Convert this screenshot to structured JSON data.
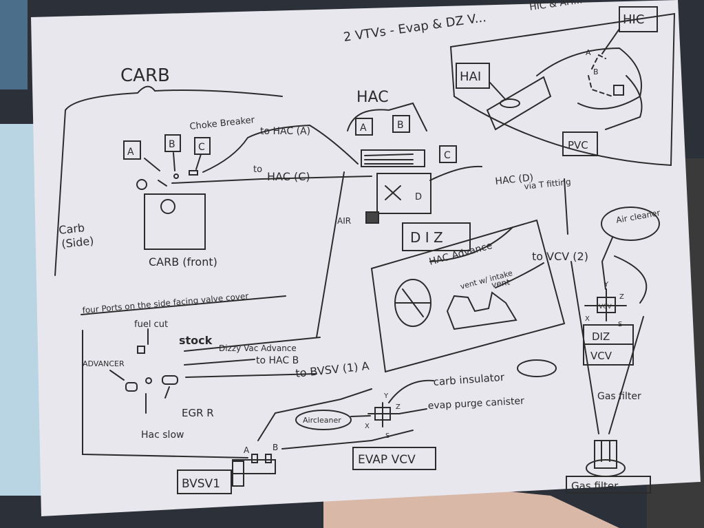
{
  "title": "2 VTVs - Evap & DZ V...",
  "corner_note": "HIC & AH...",
  "carb": {
    "heading": "CARB",
    "choke_breaker": "Choke Breaker",
    "port_a": "A",
    "port_b": "B",
    "port_c": "C",
    "to_hac_a": "to HAC (A)",
    "to_hac_c_prefix": "to",
    "to_hac_c": "HAC (C)",
    "front_label": "CARB (front)",
    "side_label_1": "Carb",
    "side_label_2": "(Side)"
  },
  "hac": {
    "heading": "HAC",
    "port_a": "A",
    "port_b": "B",
    "port_c": "C",
    "port_d": "D",
    "air": "AIR",
    "hac_d": "HAC (D)",
    "via_t": "via T fitting"
  },
  "hic": {
    "label": "HIC",
    "hai": "HAI",
    "pvc": "PVC",
    "a": "A",
    "b": "B"
  },
  "diz": {
    "label": "D I Z",
    "hac_advance": "HAC Advance",
    "vent_intake": "vent w/ intake",
    "vent": "vent",
    "to_vcv2": "to VCV (2)"
  },
  "four_ports": {
    "heading": "four Ports on the side facing valve cover",
    "fuel_cut": "fuel cut",
    "stock": "stock",
    "advancer": "ADVANCER",
    "dizzy_vac": "Dizzy Vac Advance",
    "to_hac_b": "to HAC B",
    "to_bvsv": "to BVSV (1) A",
    "egr": "EGR R",
    "hac_slow": "Hac slow"
  },
  "lower": {
    "carb_insulator": "carb insulator",
    "evap_purge": "evap purge canister",
    "air_cleaner": "Aircleaner",
    "evap_vcv": "EVAP VCV",
    "bvsv1": "BVSV1",
    "a": "A",
    "b": "B",
    "x": "X",
    "y": "Y",
    "z": "Z",
    "s": "S"
  },
  "right": {
    "air_cleaner": "Air cleaner",
    "vcv": "VCV",
    "diz": "DIZ",
    "vcv2": "VCV",
    "gas_filter_note": "Gas filter",
    "gas_filter": "Gas filter",
    "x": "X",
    "y": "Y",
    "z": "Z",
    "s": "S"
  }
}
